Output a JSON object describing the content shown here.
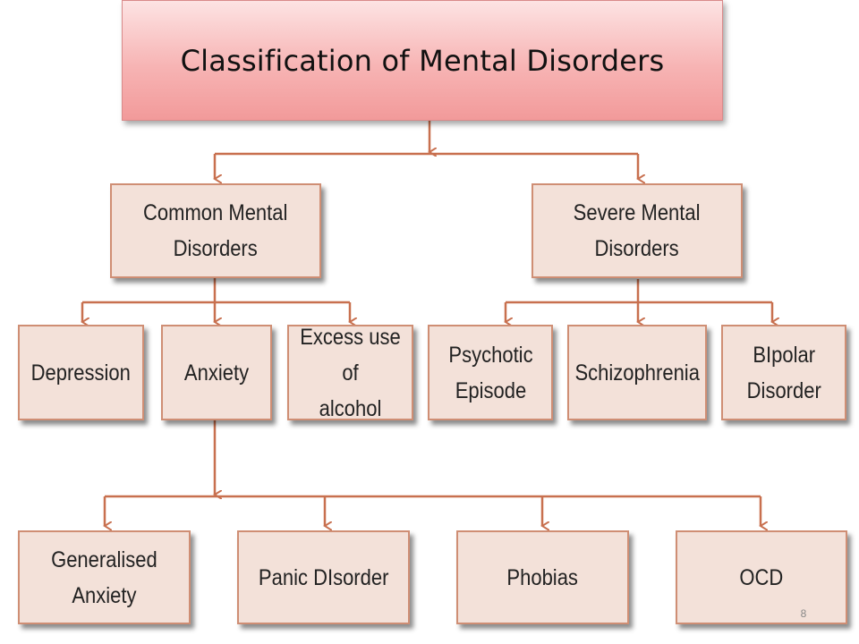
{
  "title": "Classification of Mental Disorders",
  "colors": {
    "title_fill": "#f7b4b4",
    "box_fill": "#f3e1d9",
    "box_border": "#cf8e74",
    "connector": "#c8704f"
  },
  "nodes": {
    "common": "Common Mental\nDisorders",
    "severe": "Severe Mental\nDisorders",
    "depression": "Depression",
    "anxiety": "Anxiety",
    "alcohol": "Excess use of\nalcohol",
    "psychotic": "Psychotic\nEpisode",
    "schizophrenia": "Schizophrenia",
    "bipolar": "BIpolar\nDisorder",
    "generalised": "Generalised\nAnxiety",
    "panic": "Panic DIsorder",
    "phobias": "Phobias",
    "ocd": "OCD"
  },
  "slide_number": "8"
}
